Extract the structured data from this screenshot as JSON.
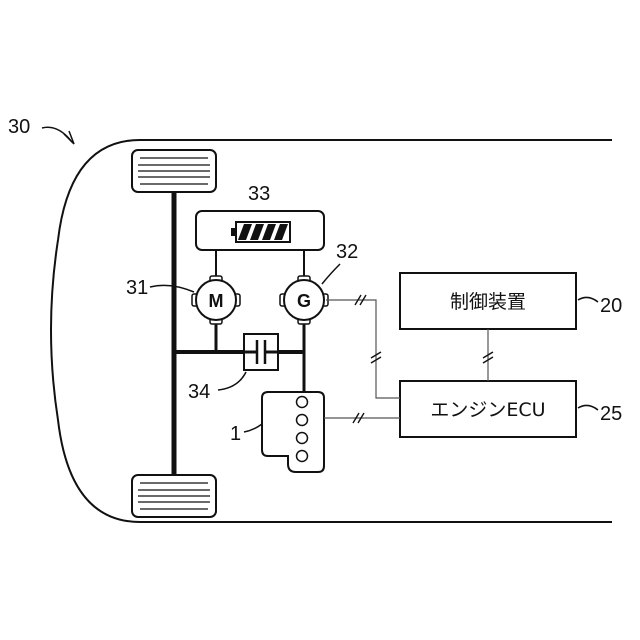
{
  "refs": {
    "vehicle": "30",
    "battery": "33",
    "motor": "31",
    "generator": "32",
    "clutch": "34",
    "engine": "1",
    "controller": "20",
    "engine_ecu": "25"
  },
  "labels": {
    "motor_letter": "M",
    "generator_letter": "G",
    "controller": "制御装置",
    "engine_ecu": "エンジンECU"
  }
}
